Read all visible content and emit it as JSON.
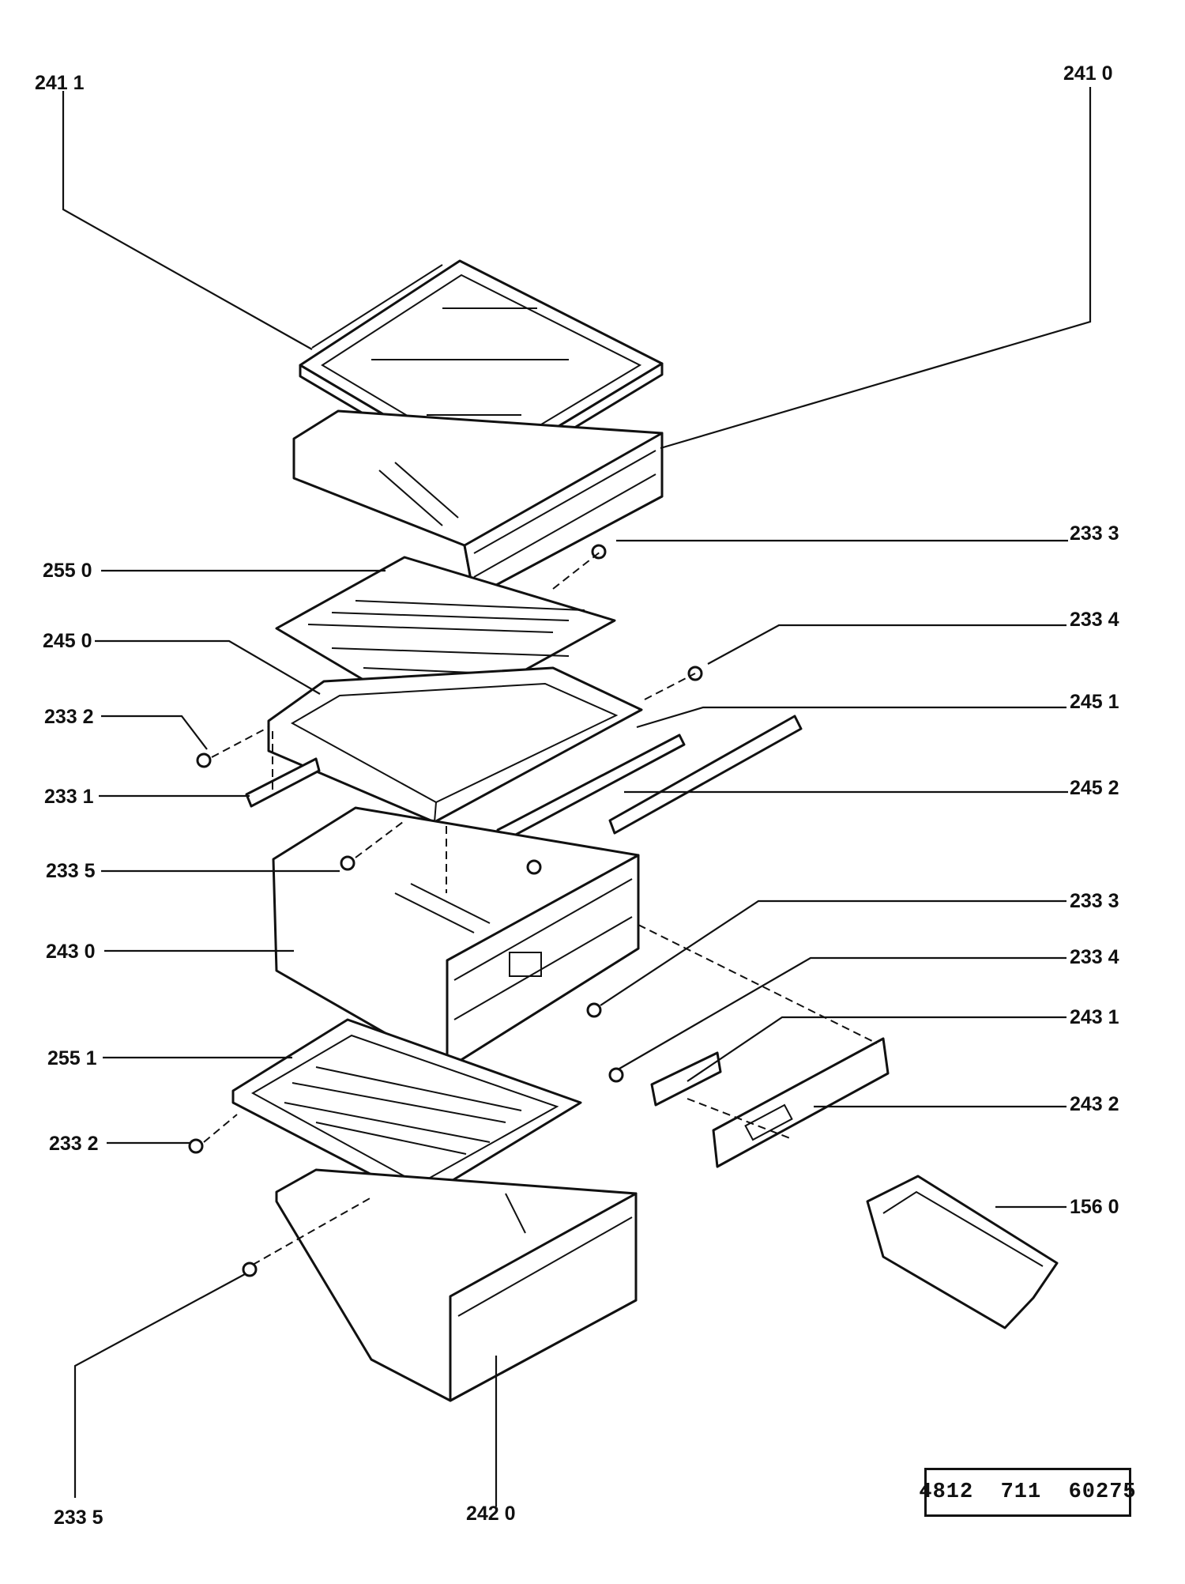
{
  "labels": {
    "2411": "241 1",
    "2410": "241 0",
    "2333_top": "233 3",
    "2550": "255 0",
    "2334_top": "233 4",
    "2450": "245 0",
    "2451": "245 1",
    "2332_top": "233 2",
    "2331": "233 1",
    "2452": "245 2",
    "2335_mid": "233 5",
    "2333_mid": "233 3",
    "2430": "243 0",
    "2334_mid": "233 4",
    "2431": "243 1",
    "2551": "255 1",
    "2432": "243 2",
    "2332_low": "233 2",
    "1560": "156 0",
    "2335_bottom": "233 5",
    "2420": "242 0"
  },
  "catalog_number": "4812  711  60275"
}
